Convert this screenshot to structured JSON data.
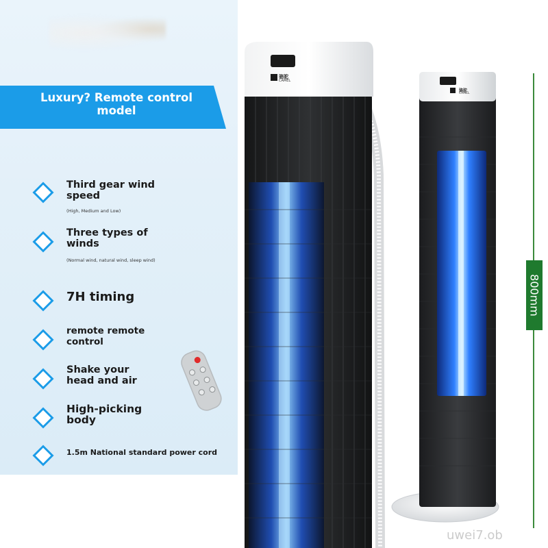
{
  "banner": {
    "title": "Luxury? Remote control\nmodel"
  },
  "features": [
    {
      "title": "Third gear wind\n                speed",
      "sub": "(High, Medium and Low)"
    },
    {
      "title": "Three types of\nwinds",
      "sub": "(Normal wind, natural wind, sleep wind)"
    },
    {
      "title": "7H timing",
      "sub": ""
    },
    {
      "title": "remote remote\ncontrol",
      "sub": ""
    },
    {
      "title": "Shake your\nhead and air",
      "sub": ""
    },
    {
      "title": "High-picking\nbody",
      "sub": ""
    },
    {
      "title": "1.5m National standard power cord",
      "sub": ""
    }
  ],
  "brand": {
    "cn": "骆驼",
    "en": "CAMEL"
  },
  "dimension": {
    "label": "800mm"
  },
  "watermark": "uwei7.ob",
  "colors": {
    "accent": "#1b9ce8",
    "dimension": "#1f7a2e",
    "glow": "#2f7fff"
  }
}
